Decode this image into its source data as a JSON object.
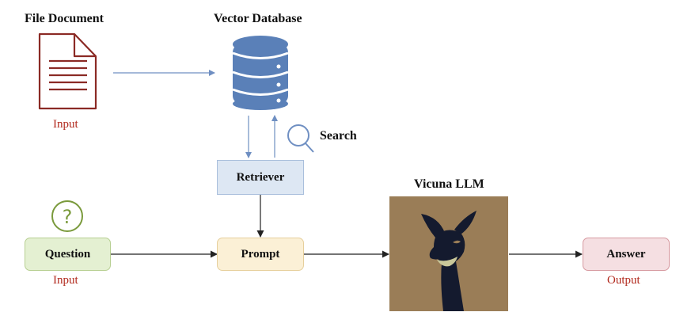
{
  "file_document": {
    "title": "File Document",
    "caption": "Input",
    "icon": "file-icon"
  },
  "vector_database": {
    "title": "Vector Database",
    "icon": "database-icon"
  },
  "search": {
    "label": "Search",
    "icon": "search-icon"
  },
  "retriever": {
    "label": "Retriever"
  },
  "question": {
    "label": "Question",
    "caption": "Input",
    "icon": "question-icon"
  },
  "prompt": {
    "label": "Prompt"
  },
  "llm": {
    "title": "Vicuna LLM",
    "image": "vicuna-logo-image"
  },
  "answer": {
    "label": "Answer",
    "caption": "Output"
  },
  "colors": {
    "doc_icon": "#8b2a25",
    "db_icon": "#5a80b8",
    "question_icon": "#7a9a3c",
    "caption_red": "#b22a1e",
    "arrow_blue": "#6f8fc2",
    "arrow_black": "#222222"
  }
}
